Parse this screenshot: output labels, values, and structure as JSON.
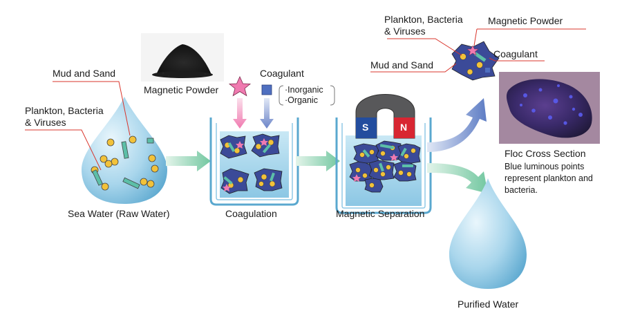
{
  "raw_water": {
    "label": "Sea Water (Raw Water)",
    "mud_label": "Mud and Sand",
    "plankton_label_1": "Plankton, Bacteria",
    "plankton_label_2": "& Viruses"
  },
  "coagulation": {
    "label": "Coagulation",
    "magnetic_powder_label": "Magnetic Powder",
    "coagulant_label": "Coagulant",
    "coagulant_types": [
      "Inorganic",
      "Organic"
    ]
  },
  "separation": {
    "label": "Magnetic Separation",
    "pole_s": "S",
    "pole_n": "N"
  },
  "floc_legend": {
    "plankton_label_1": "Plankton, Bacteria",
    "plankton_label_2": "& Viruses",
    "magnetic_powder_label": "Magnetic Powder",
    "coagulant_label": "Coagulant",
    "mud_label": "Mud and Sand"
  },
  "floc_section": {
    "title": "Floc Cross Section",
    "description_1": "Blue luminous points",
    "description_2": "represent plankton and",
    "description_3": "bacteria."
  },
  "purified": {
    "label": "Purified Water"
  },
  "colors": {
    "water": "#a9d6ec",
    "water_dark": "#5da9d0",
    "floc": "#3b4a98",
    "particle_yellow": "#f2c23a",
    "particle_green": "#5cbfa8",
    "arrow_green": "#72c7a0",
    "arrow_blue": "#5d7cc4",
    "leader_red": "#d9342b",
    "magnet_gray": "#58585a",
    "magnet_s": "#234d9e",
    "magnet_n": "#d82632",
    "pink": "#f07ab0",
    "coagulant_blue": "#4f6fc0"
  }
}
